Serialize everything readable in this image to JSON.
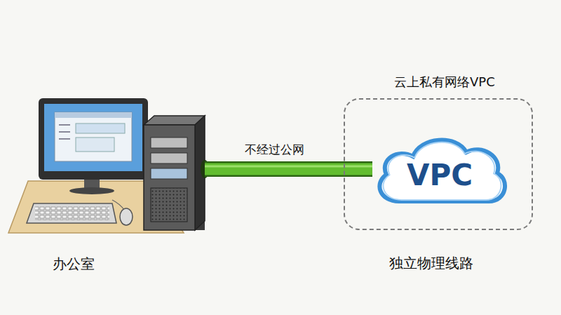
{
  "diagram": {
    "nodes": [
      {
        "text": [
          "办公室"
        ]
      },
      {
        "text": [
          "云上私有网络VPC"
        ]
      },
      {
        "text": [
          "VPC"
        ],
        "in": 1
      }
    ],
    "edges": [
      {
        "from": 0,
        "to": 2,
        "arrow": "none",
        "label": "不经过公网"
      }
    ],
    "labels": [
      "独立物理线路"
    ]
  }
}
